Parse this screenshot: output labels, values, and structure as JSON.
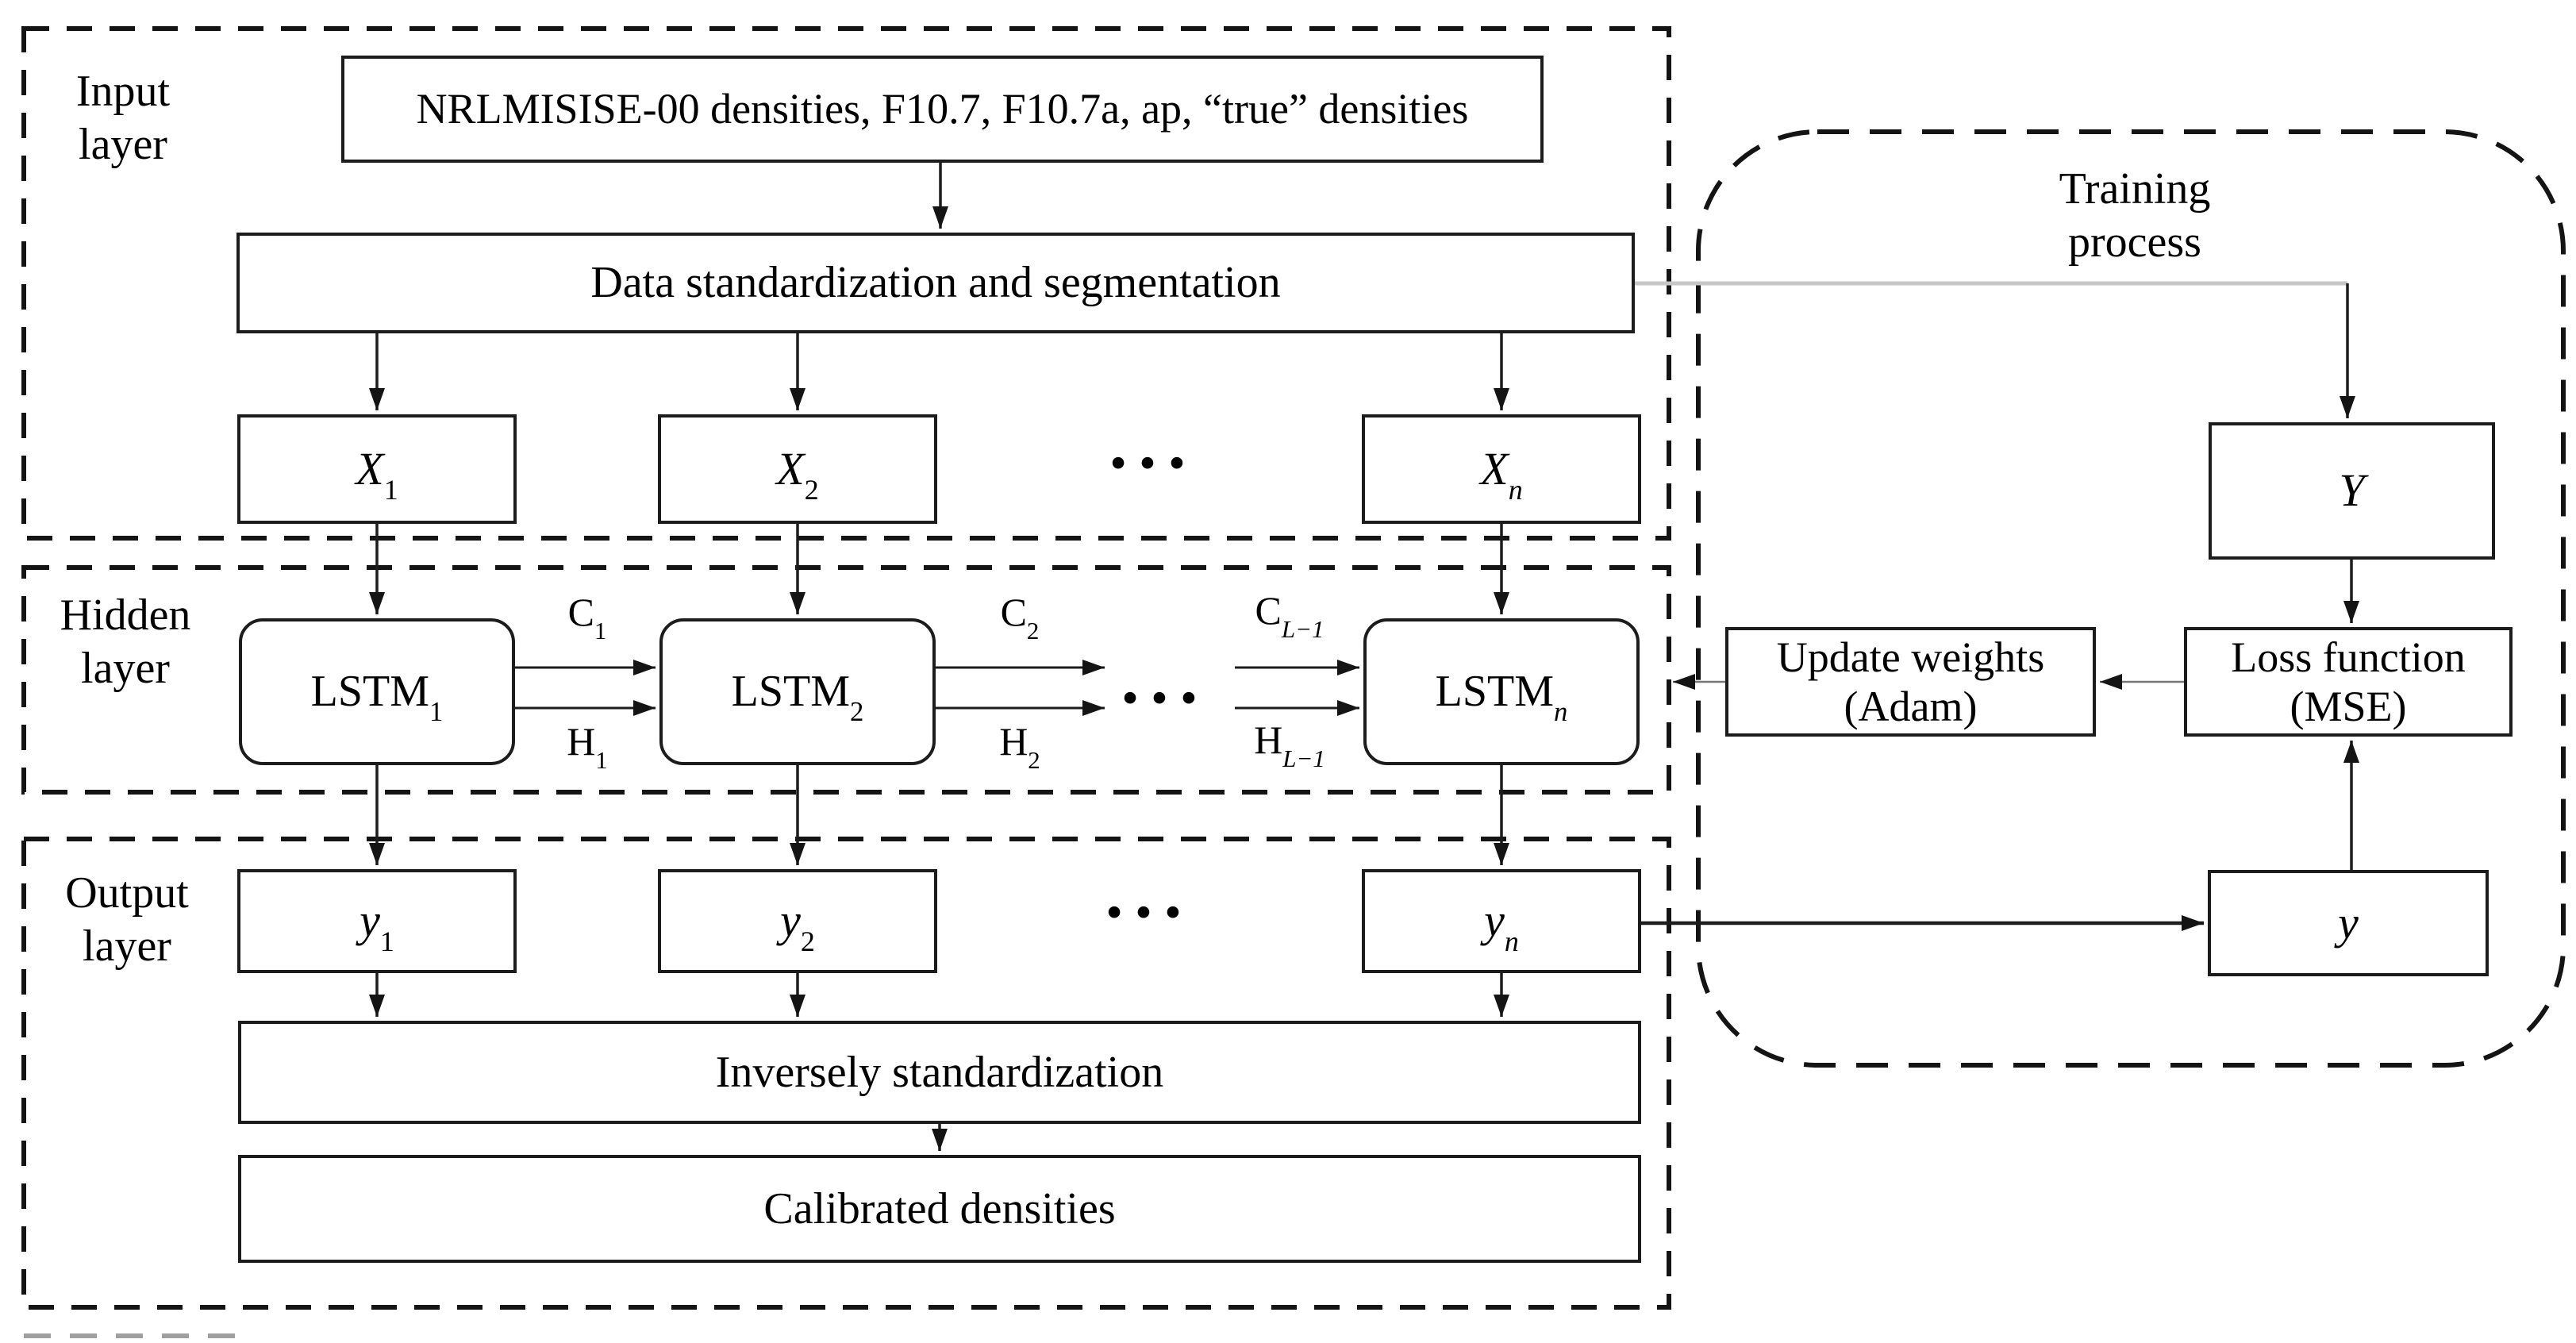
{
  "layers": {
    "input": {
      "label": "Input layer"
    },
    "hidden": {
      "label": "Hidden layer"
    },
    "output": {
      "label": "Output layer"
    },
    "training": {
      "line1": "Training",
      "line2": "process"
    }
  },
  "input_layer": {
    "source_label": "NRLMISISE-00 densities, F10.7, F10.7a, ap, “true” densities",
    "standardize_label": "Data standardization and segmentation",
    "sequence": [
      {
        "base": "X",
        "sub": "1"
      },
      {
        "base": "X",
        "sub": "2"
      },
      {
        "base": "X",
        "sub": "n"
      }
    ],
    "ellipsis": "•••"
  },
  "hidden_layer": {
    "cells": [
      {
        "base": "LSTM",
        "sub": "1"
      },
      {
        "base": "LSTM",
        "sub": "2"
      },
      {
        "base": "LSTM",
        "sub": "n"
      }
    ],
    "states": {
      "c1": {
        "base": "C",
        "sub": "1"
      },
      "h1": {
        "base": "H",
        "sub": "1"
      },
      "c2": {
        "base": "C",
        "sub": "2"
      },
      "h2": {
        "base": "H",
        "sub": "2"
      },
      "cl": {
        "base": "C",
        "sub": "L−1"
      },
      "hl": {
        "base": "H",
        "sub": "L−1"
      }
    },
    "ellipsis": "•••"
  },
  "output_layer": {
    "sequence": [
      {
        "base": "y",
        "sub": "1"
      },
      {
        "base": "y",
        "sub": "2"
      },
      {
        "base": "y",
        "sub": "n"
      }
    ],
    "ellipsis": "•••",
    "inverse_label": "Inversely standardization",
    "calibrated_label": "Calibrated densities"
  },
  "training": {
    "target": {
      "base": "Y"
    },
    "loss": {
      "line1": "Loss function",
      "line2": "(MSE)"
    },
    "update": {
      "line1": "Update weights",
      "line2": "(Adam)"
    },
    "prediction": {
      "base": "y"
    }
  },
  "colors": {
    "line": "#1c1c1c",
    "gray_connector": "#c6c6c6",
    "feedback_line": "#777777",
    "background": "#ffffff"
  }
}
